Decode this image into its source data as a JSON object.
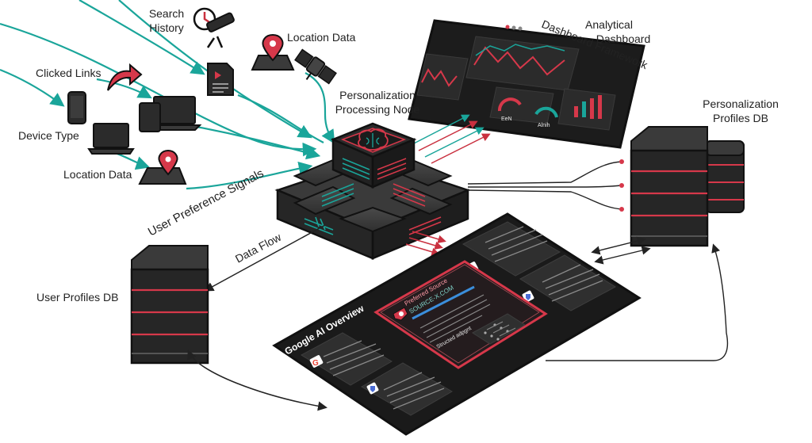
{
  "colors": {
    "teal": "#1aa59a",
    "red": "#d6384a",
    "panel": "#2b2b2b",
    "panel_dark": "#1c1c1c",
    "outline": "#111111"
  },
  "labels": {
    "search_history": [
      "Search",
      "History"
    ],
    "location_data_top": "Location Data",
    "clicked_links": "Clicked Links",
    "device_type": "Device Type",
    "location_data_left": "Location Data",
    "user_preference_signals": "User Preference Signals",
    "processing_node": [
      "Personalization",
      "Processing Node"
    ],
    "analytical_dashboard": [
      "Analytical",
      "Dashboard"
    ],
    "dashboard_framework": "Dashboard Framework",
    "personalization_db": [
      "Personalization",
      "Profiles DB"
    ],
    "data_flow": "Data Flow",
    "user_profiles_db": "User Profiles DB"
  },
  "dashboard": {
    "gauge_left": "EeN",
    "gauge_right": "Alnih"
  },
  "overview": {
    "title": "Google AI Overview",
    "preferred_title": "Preferred Source",
    "preferred_url": "SOURCE-X.COM",
    "structured_label": "Structed adpgnt"
  },
  "icons": [
    "telescope-icon",
    "location-pin-icon",
    "satellite-icon",
    "document-icon",
    "arrow-curve-icon",
    "smartphone-icon",
    "tablet-laptop-icon",
    "laptop-icon",
    "map-pin-icon",
    "brain-chip-icon",
    "google-g-icon",
    "shield-icon"
  ]
}
